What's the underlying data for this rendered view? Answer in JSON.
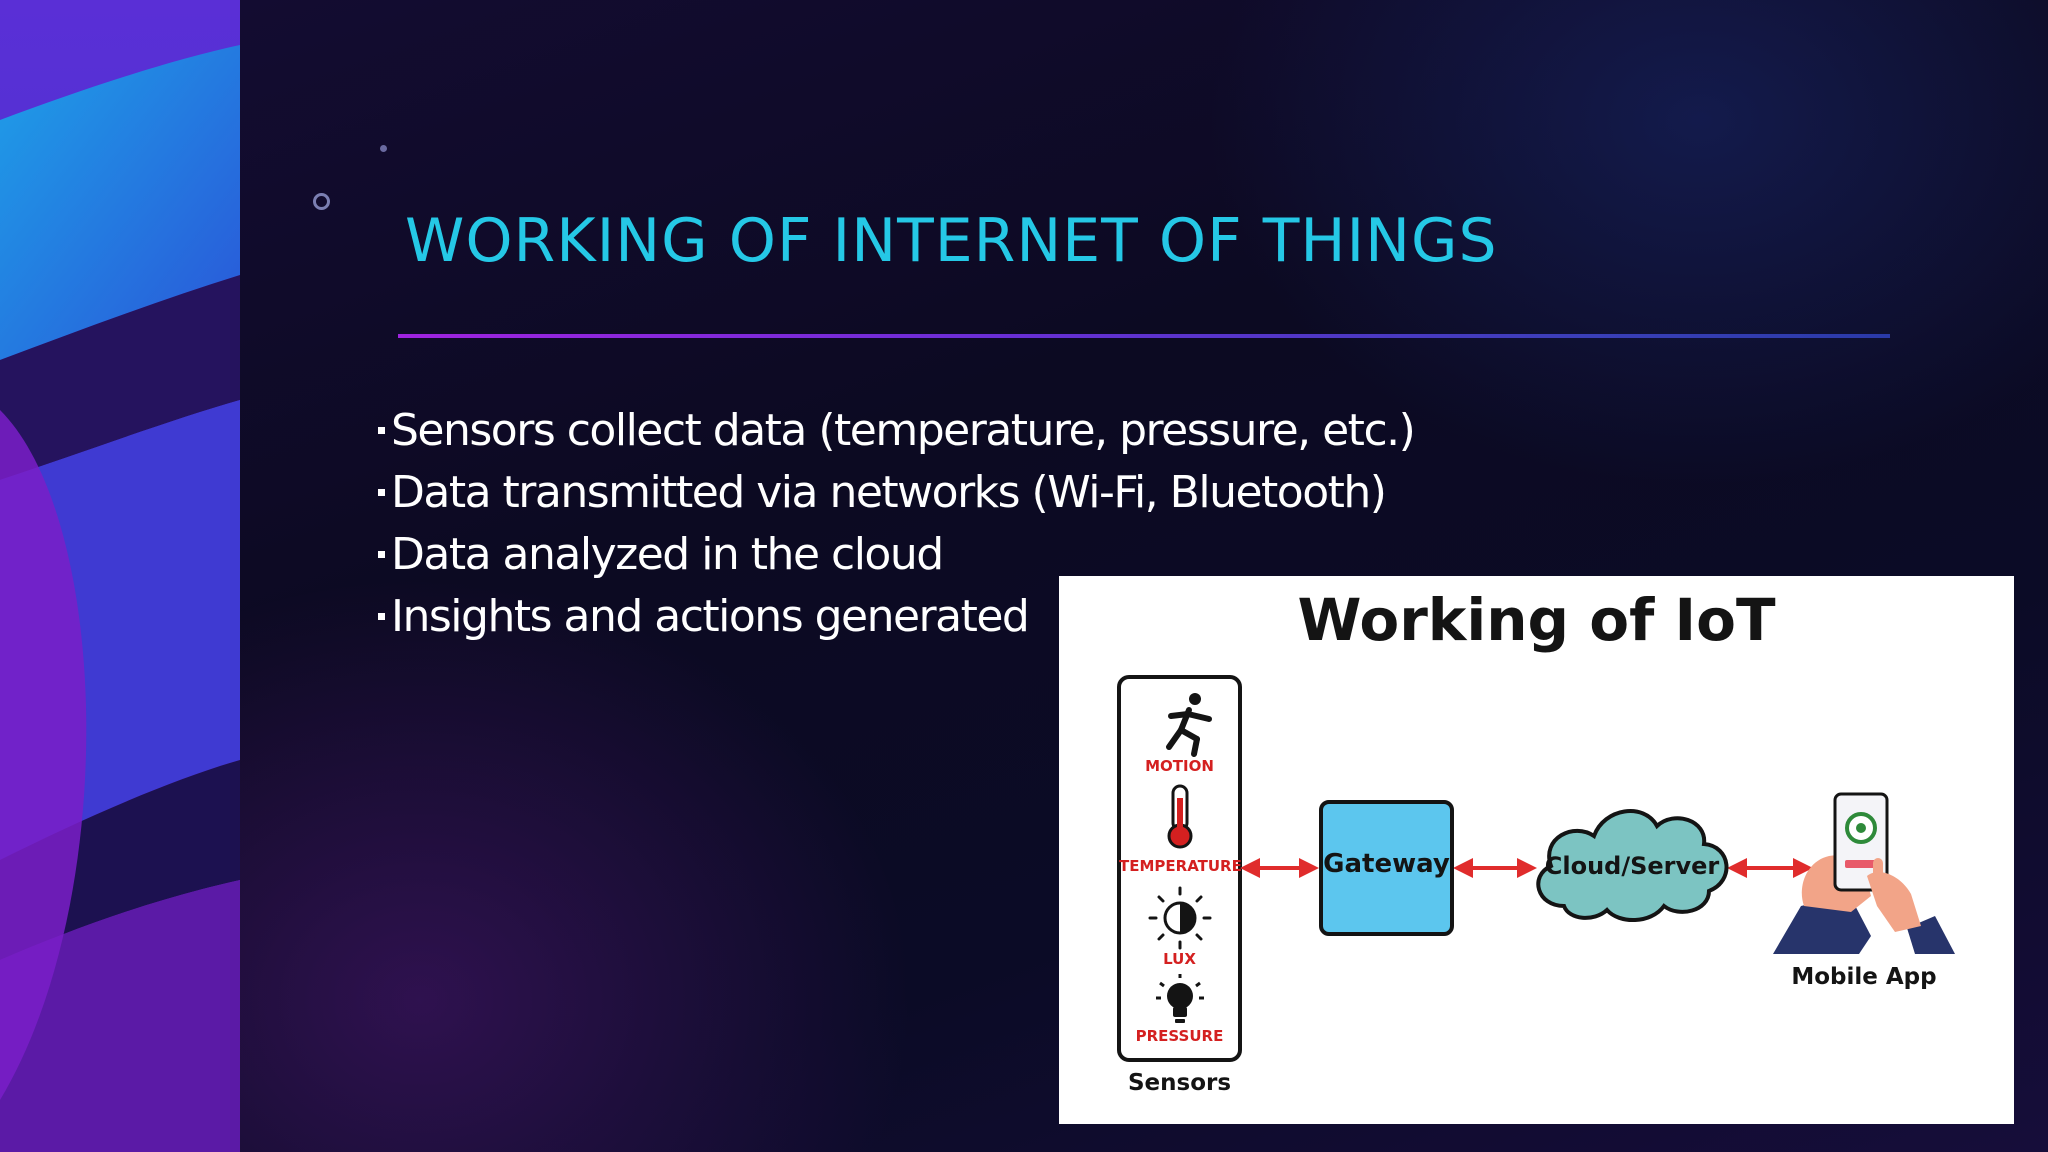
{
  "slide": {
    "title": "WORKING OF INTERNET OF THINGS",
    "bullets": [
      "Sensors collect data (temperature, pressure, etc.)",
      "Data transmitted via networks (Wi-Fi, Bluetooth)",
      "Data analyzed in the cloud",
      "Insights and actions generated"
    ]
  },
  "diagram": {
    "title": "Working of IoT",
    "sensors": {
      "items": [
        {
          "label": "MOTION",
          "icon": "running-person-icon"
        },
        {
          "label": "TEMPERATURE",
          "icon": "thermometer-icon"
        },
        {
          "label": "LUX",
          "icon": "brightness-icon"
        },
        {
          "label": "PRESSURE",
          "icon": "pressure-bulb-icon"
        }
      ],
      "caption": "Sensors"
    },
    "gateway_label": "Gateway",
    "cloud_label": "Cloud/Server",
    "mobile_caption": "Mobile App"
  },
  "colors": {
    "title": "#25c8e6",
    "rule_start": "#a023e0",
    "rule_end": "#2a3aa8",
    "arrow": "#e02c2c",
    "gateway_fill": "#5cc6ee",
    "cloud_fill": "#7cc4c2",
    "sensor_label": "#d42020"
  }
}
